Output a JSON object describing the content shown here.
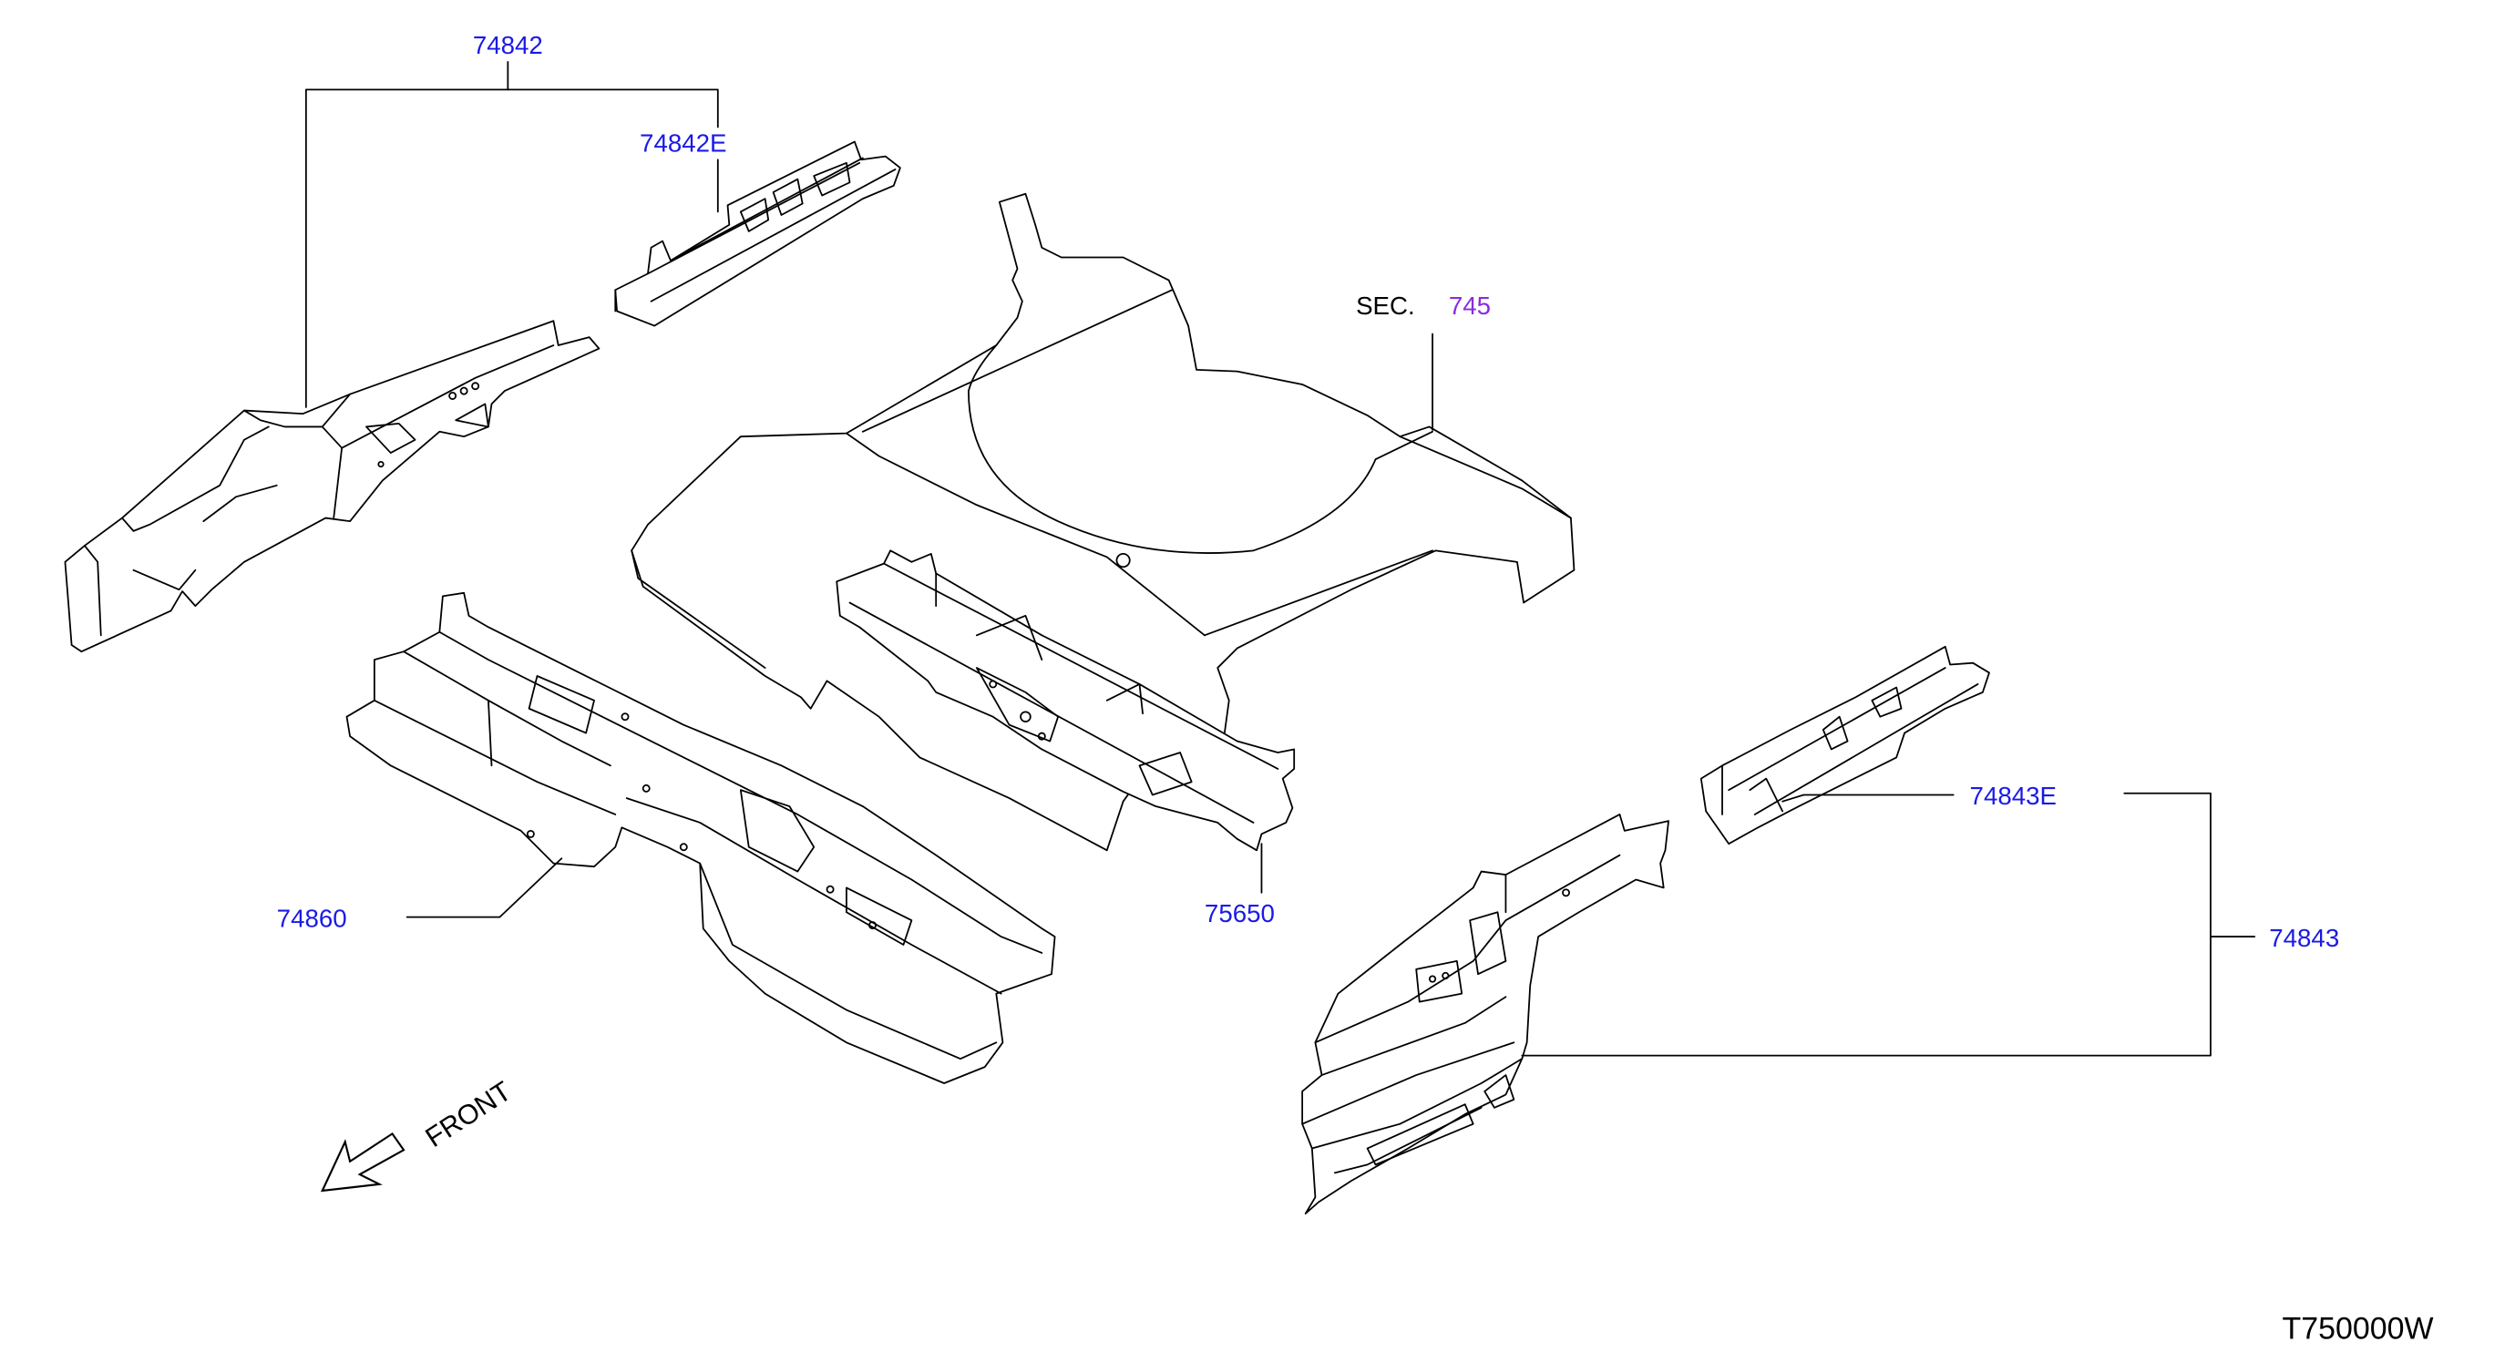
{
  "diagram": {
    "labels": {
      "p74842": "74842",
      "p74842e": "74842E",
      "sec_prefix": "SEC.",
      "sec_number": "745",
      "p74860": "74860",
      "p75650": "75650",
      "p74843e": "74843E",
      "p74843": "74843",
      "front": "FRONT",
      "drawing_code": "T750000W"
    },
    "colors": {
      "part_label": "#1a1ae6",
      "section_number": "#8a2be2",
      "line": "#000000",
      "background": "#ffffff"
    }
  }
}
